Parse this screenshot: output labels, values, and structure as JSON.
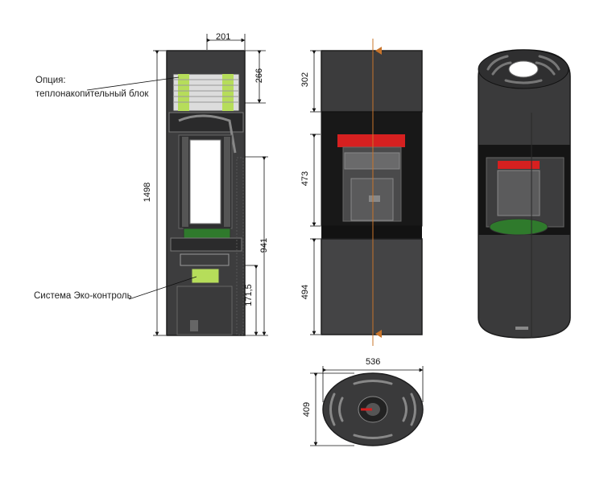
{
  "labels": {
    "option_title": "Опция:",
    "option_text": "теплонакопительный блок",
    "eco_control": "Система Эко-контроль"
  },
  "dimensions": {
    "top_width": "201",
    "top_block_height": "266",
    "total_height": "1498",
    "mid_height": "941",
    "low_height": "171,5",
    "front_top": "302",
    "front_mid": "473",
    "front_bottom": "494",
    "plan_width": "536",
    "plan_depth": "409"
  },
  "colors": {
    "body": "#3b3b3c",
    "body_dark": "#232324",
    "accent_green": "#b6dd5a",
    "accent_red": "#d62020",
    "guide_orange": "#c9742a"
  }
}
